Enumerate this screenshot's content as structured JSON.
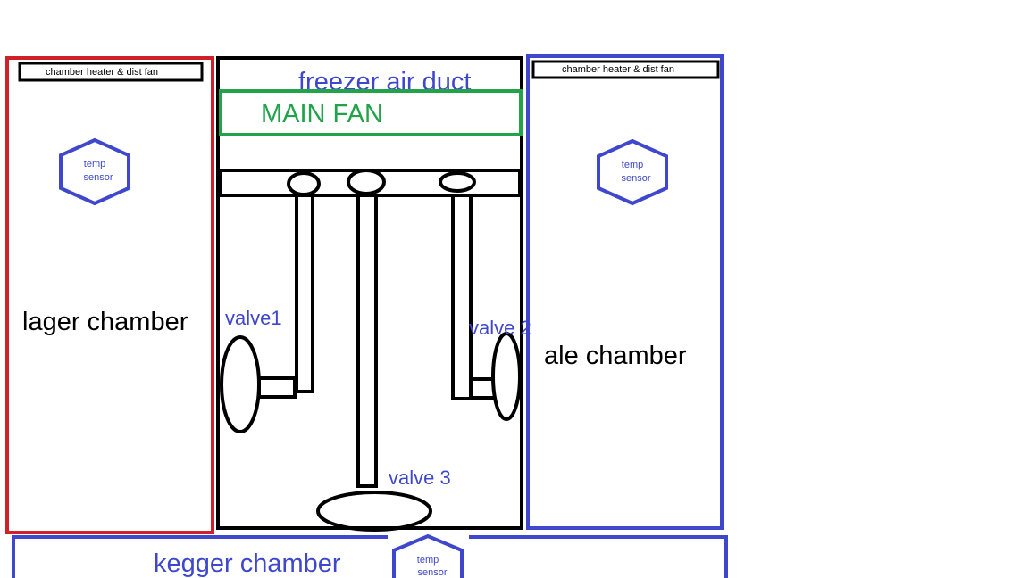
{
  "lager_chamber": {
    "heater_label": "chamber heater & dist fan",
    "sensor_line1": "temp",
    "sensor_line2": "sensor",
    "label": "lager chamber"
  },
  "center": {
    "duct_label": "freezer air duct",
    "fan_label": "MAIN FAN",
    "valve1_label": "valve1",
    "valve2_label": "valve 2",
    "valve3_label": "valve 3"
  },
  "ale_chamber": {
    "heater_label": "chamber heater & dist fan",
    "sensor_line1": "temp",
    "sensor_line2": "sensor",
    "label": "ale chamber"
  },
  "kegger_chamber": {
    "label": "kegger chamber",
    "sensor_line1": "temp",
    "sensor_line2": "sensor"
  },
  "colors": {
    "lager": "#d0202a",
    "blue": "#3f48cc",
    "green": "#22a34a",
    "black": "#000000"
  }
}
